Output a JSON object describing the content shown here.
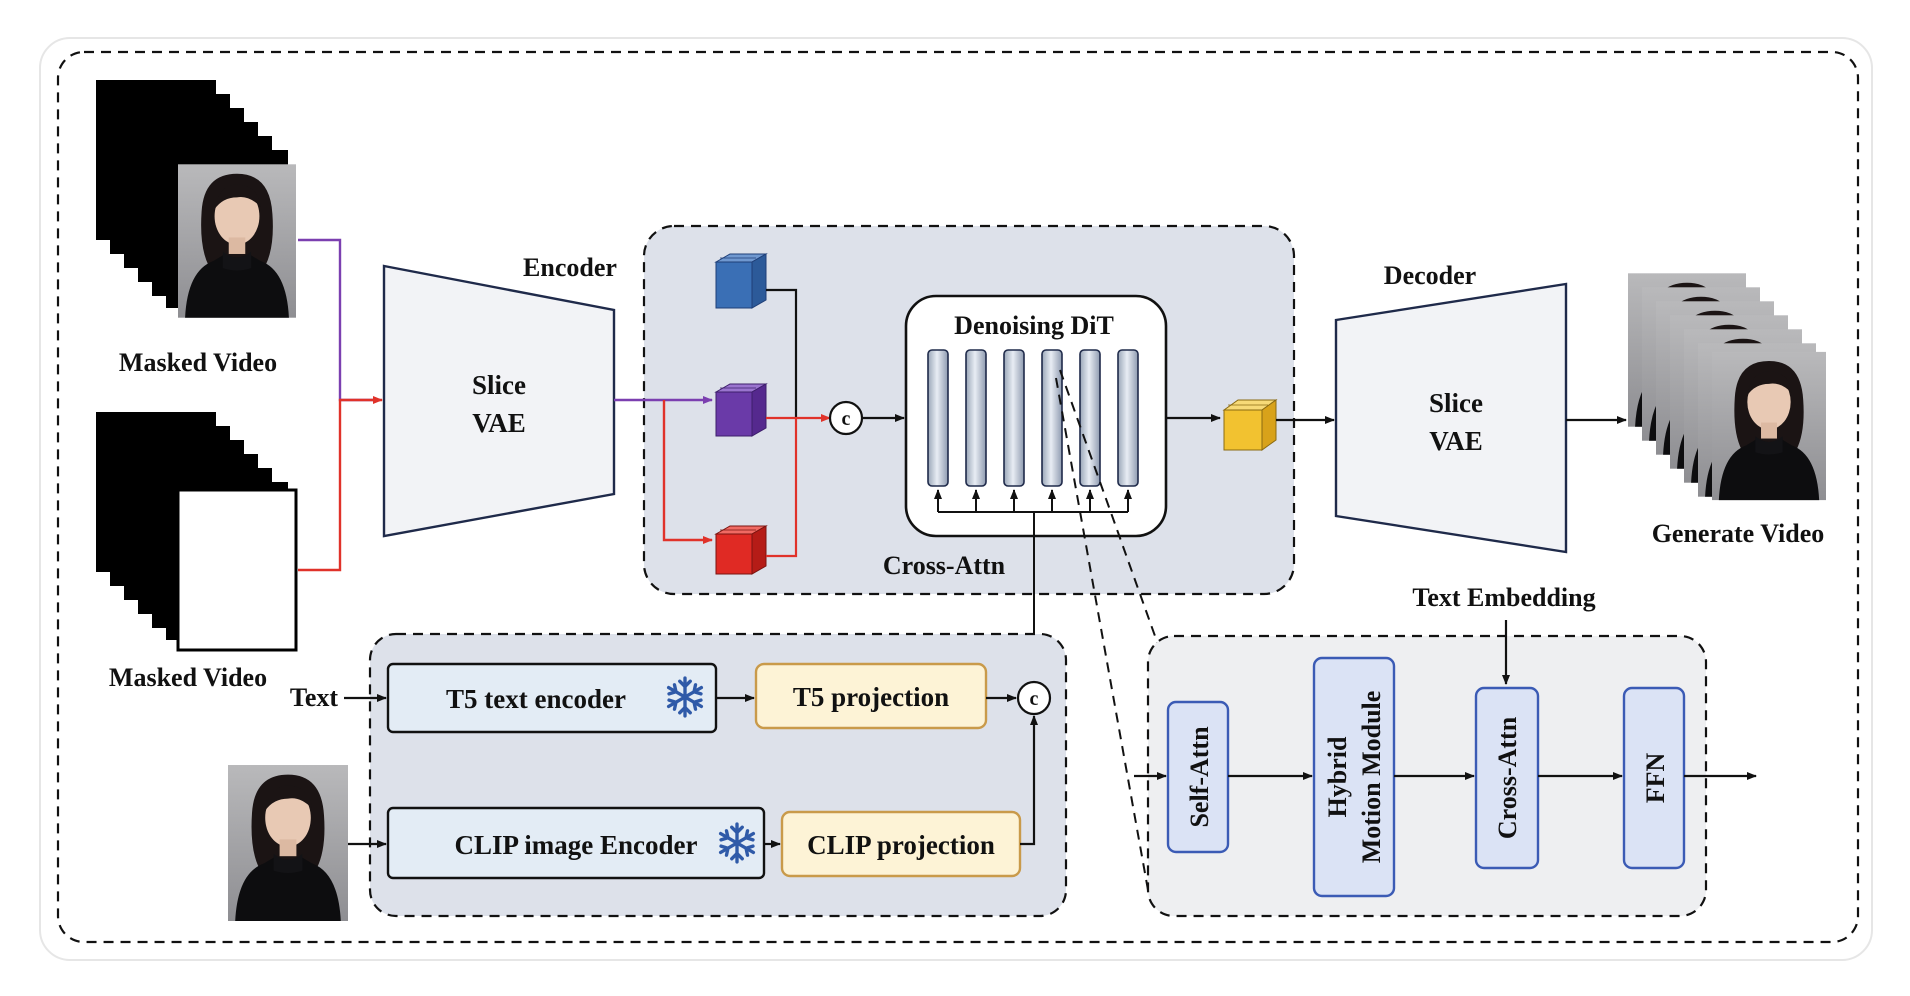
{
  "inputs": {
    "masked_video_top": "Masked Video",
    "masked_video_bottom": "Masked Video",
    "text": "Text"
  },
  "encoder": {
    "title": "Encoder",
    "line1": "Slice",
    "line2": "VAE"
  },
  "decoder": {
    "title": "Decoder",
    "line1": "Slice",
    "line2": "VAE"
  },
  "dit": {
    "title": "Denoising DiT",
    "cross_attn": "Cross-Attn"
  },
  "concat_symbol": "c",
  "text_branch": {
    "t5_encoder": "T5 text encoder",
    "t5_projection": "T5 projection",
    "clip_encoder": "CLIP image Encoder",
    "clip_projection": "CLIP projection"
  },
  "block_detail": {
    "text_embedding": "Text Embedding",
    "self_attn": "Self-Attn",
    "hybrid_line1": "Hybrid",
    "hybrid_line2": "Motion Module",
    "cross_attn": "Cross-Attn",
    "ffn": "FFN"
  },
  "output": {
    "generate_video": "Generate Video"
  },
  "colors": {
    "purple_line": "#7b3fb0",
    "red_line": "#e0322a",
    "latent_blue": "#3a6fb5",
    "latent_purple": "#6a3aa8",
    "latent_red": "#e02a24",
    "latent_yellow": "#f2c230",
    "projection_fill": "#fdf3d6",
    "projection_stroke": "#c99a4a",
    "encoder_fill": "#e3ecf5",
    "panel_fill": "#dde1ea",
    "block_fill": "#dbe3f5",
    "block_stroke": "#3b5bb5",
    "snowflake": "#2f5aa8"
  }
}
